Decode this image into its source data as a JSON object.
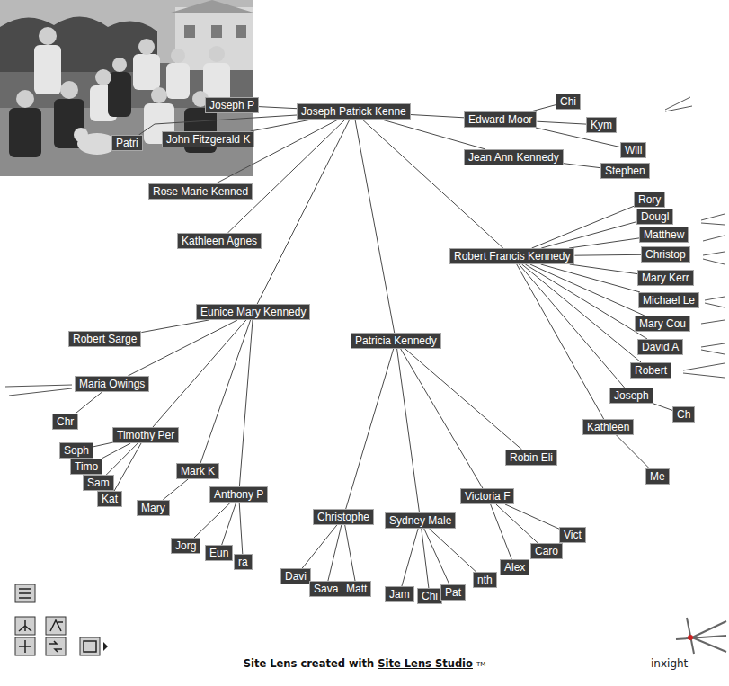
{
  "diagram": {
    "nodes": [
      {
        "text": [
          "Joseph Patrick Kenne"
        ]
      },
      {
        "text": [
          "Joseph P"
        ]
      },
      {
        "text": [
          "John Fitzgerald K"
        ]
      },
      {
        "text": [
          "Patri"
        ]
      },
      {
        "text": [
          "Rose Marie Kenned"
        ]
      },
      {
        "text": [
          "Kathleen Agnes"
        ]
      },
      {
        "text": [
          "Eunice Mary Kennedy"
        ]
      },
      {
        "text": [
          "Robert Sarge"
        ]
      },
      {
        "text": [
          "Maria Owings"
        ]
      },
      {
        "text": [
          "Chr"
        ]
      },
      {
        "text": [
          "Timothy Per"
        ]
      },
      {
        "text": [
          "Soph"
        ]
      },
      {
        "text": [
          "Timo"
        ]
      },
      {
        "text": [
          "Sam"
        ]
      },
      {
        "text": [
          "Kat"
        ]
      },
      {
        "text": [
          "Mark K"
        ]
      },
      {
        "text": [
          "Mary"
        ]
      },
      {
        "text": [
          "Anthony P"
        ]
      },
      {
        "text": [
          "Jorg"
        ]
      },
      {
        "text": [
          "Eun"
        ]
      },
      {
        "text": [
          "ra"
        ]
      },
      {
        "text": [
          "Patricia Kennedy"
        ]
      },
      {
        "text": [
          "Christophe"
        ]
      },
      {
        "text": [
          "Davi"
        ]
      },
      {
        "text": [
          "Sava"
        ]
      },
      {
        "text": [
          "Matt"
        ]
      },
      {
        "text": [
          "Sydney Male"
        ]
      },
      {
        "text": [
          "Jam"
        ]
      },
      {
        "text": [
          "Chi"
        ]
      },
      {
        "text": [
          "Pat"
        ]
      },
      {
        "text": [
          "nth"
        ]
      },
      {
        "text": [
          "Victoria F"
        ]
      },
      {
        "text": [
          "Alex"
        ]
      },
      {
        "text": [
          "Caro"
        ]
      },
      {
        "text": [
          "Vict"
        ]
      },
      {
        "text": [
          "Robin Eli"
        ]
      },
      {
        "text": [
          "Robert Francis Kennedy"
        ]
      },
      {
        "text": [
          "Rory"
        ]
      },
      {
        "text": [
          "Dougl"
        ]
      },
      {
        "text": [
          "Matthew"
        ]
      },
      {
        "text": [
          "Christop"
        ]
      },
      {
        "text": [
          "Mary Kerr"
        ]
      },
      {
        "text": [
          "Michael Le"
        ]
      },
      {
        "text": [
          "Mary Cou"
        ]
      },
      {
        "text": [
          "David A"
        ]
      },
      {
        "text": [
          "Robert"
        ]
      },
      {
        "text": [
          "Joseph"
        ]
      },
      {
        "text": [
          "Ch"
        ]
      },
      {
        "text": [
          "Kathleen"
        ]
      },
      {
        "text": [
          "Me"
        ]
      },
      {
        "text": [
          "Jean Ann Kennedy"
        ]
      },
      {
        "text": [
          "Stephen"
        ]
      },
      {
        "text": [
          "Edward Moor"
        ]
      },
      {
        "text": [
          "Chi"
        ]
      },
      {
        "text": [
          "Kym"
        ]
      },
      {
        "text": [
          "Will"
        ]
      }
    ],
    "edges": [
      {
        "from": 0,
        "to": 1,
        "arrow": "none"
      },
      {
        "from": 0,
        "to": 2,
        "arrow": "none"
      },
      {
        "from": 0,
        "to": 3,
        "arrow": "none"
      },
      {
        "from": 0,
        "to": 4,
        "arrow": "none"
      },
      {
        "from": 0,
        "to": 5,
        "arrow": "none"
      },
      {
        "from": 0,
        "to": 6,
        "arrow": "none"
      },
      {
        "from": 0,
        "to": 21,
        "arrow": "none"
      },
      {
        "from": 0,
        "to": 36,
        "arrow": "none"
      },
      {
        "from": 0,
        "to": 50,
        "arrow": "none"
      },
      {
        "from": 0,
        "to": 52,
        "arrow": "none"
      },
      {
        "from": 6,
        "to": 7,
        "arrow": "none"
      },
      {
        "from": 6,
        "to": 8,
        "arrow": "none"
      },
      {
        "from": 6,
        "to": 10,
        "arrow": "none"
      },
      {
        "from": 6,
        "to": 15,
        "arrow": "none"
      },
      {
        "from": 6,
        "to": 17,
        "arrow": "none"
      },
      {
        "from": 8,
        "to": 9,
        "arrow": "none"
      },
      {
        "from": 10,
        "to": 11,
        "arrow": "none"
      },
      {
        "from": 10,
        "to": 12,
        "arrow": "none"
      },
      {
        "from": 10,
        "to": 13,
        "arrow": "none"
      },
      {
        "from": 10,
        "to": 14,
        "arrow": "none"
      },
      {
        "from": 15,
        "to": 16,
        "arrow": "none"
      },
      {
        "from": 17,
        "to": 18,
        "arrow": "none"
      },
      {
        "from": 17,
        "to": 19,
        "arrow": "none"
      },
      {
        "from": 17,
        "to": 20,
        "arrow": "none"
      },
      {
        "from": 21,
        "to": 22,
        "arrow": "none"
      },
      {
        "from": 21,
        "to": 26,
        "arrow": "none"
      },
      {
        "from": 21,
        "to": 31,
        "arrow": "none"
      },
      {
        "from": 21,
        "to": 35,
        "arrow": "none"
      },
      {
        "from": 22,
        "to": 23,
        "arrow": "none"
      },
      {
        "from": 22,
        "to": 24,
        "arrow": "none"
      },
      {
        "from": 22,
        "to": 25,
        "arrow": "none"
      },
      {
        "from": 26,
        "to": 27,
        "arrow": "none"
      },
      {
        "from": 26,
        "to": 28,
        "arrow": "none"
      },
      {
        "from": 26,
        "to": 29,
        "arrow": "none"
      },
      {
        "from": 26,
        "to": 30,
        "arrow": "none"
      },
      {
        "from": 31,
        "to": 32,
        "arrow": "none"
      },
      {
        "from": 31,
        "to": 33,
        "arrow": "none"
      },
      {
        "from": 31,
        "to": 34,
        "arrow": "none"
      },
      {
        "from": 36,
        "to": 37,
        "arrow": "none"
      },
      {
        "from": 36,
        "to": 38,
        "arrow": "none"
      },
      {
        "from": 36,
        "to": 39,
        "arrow": "none"
      },
      {
        "from": 36,
        "to": 40,
        "arrow": "none"
      },
      {
        "from": 36,
        "to": 41,
        "arrow": "none"
      },
      {
        "from": 36,
        "to": 42,
        "arrow": "none"
      },
      {
        "from": 36,
        "to": 43,
        "arrow": "none"
      },
      {
        "from": 36,
        "to": 44,
        "arrow": "none"
      },
      {
        "from": 36,
        "to": 45,
        "arrow": "none"
      },
      {
        "from": 36,
        "to": 46,
        "arrow": "none"
      },
      {
        "from": 36,
        "to": 48,
        "arrow": "none"
      },
      {
        "from": 46,
        "to": 47,
        "arrow": "none"
      },
      {
        "from": 48,
        "to": 49,
        "arrow": "none"
      },
      {
        "from": 50,
        "to": 51,
        "arrow": "none"
      },
      {
        "from": 52,
        "to": 53,
        "arrow": "none"
      },
      {
        "from": 52,
        "to": 54,
        "arrow": "none"
      },
      {
        "from": 52,
        "to": 55,
        "arrow": "none"
      }
    ],
    "labels": [
      "Site Lens created with",
      "Site Lens Studio",
      "TM",
      "inxight"
    ]
  }
}
